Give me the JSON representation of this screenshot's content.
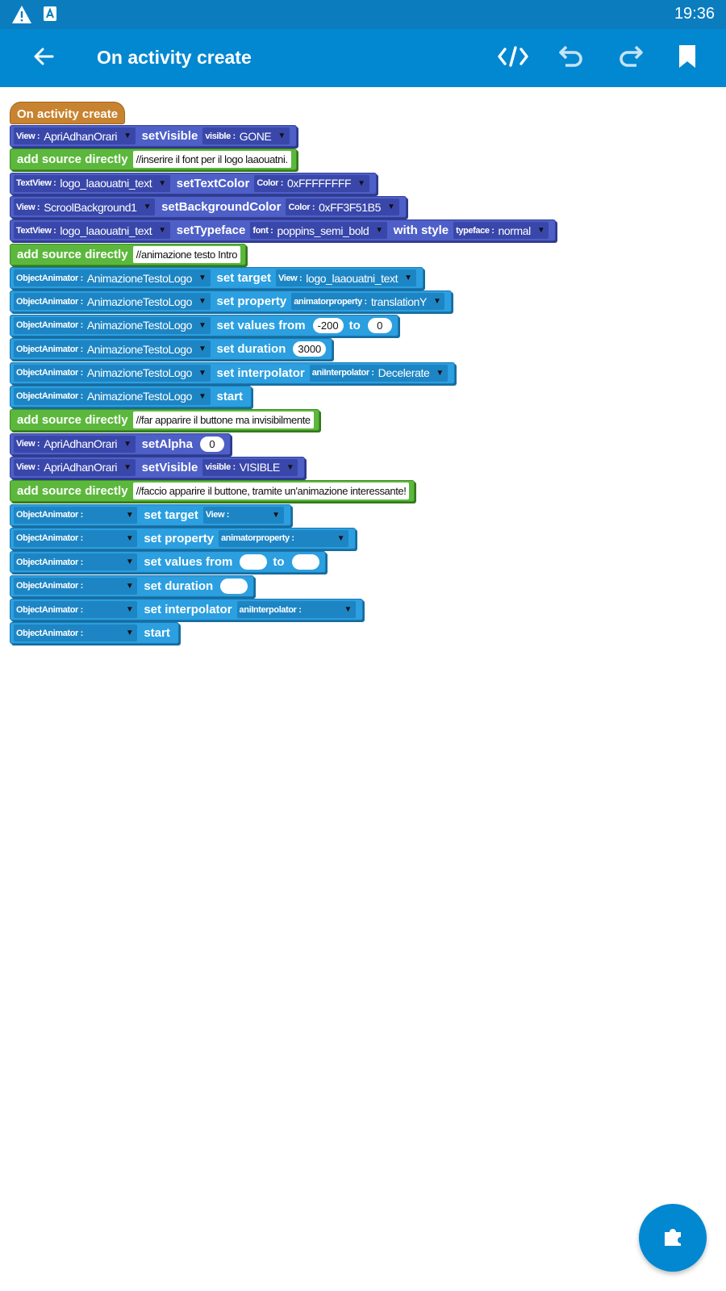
{
  "status_bar": {
    "time": "19:36"
  },
  "app_bar": {
    "title": "On activity create"
  },
  "canvas": {
    "event_block": "On activity create",
    "blocks": [
      {
        "color": "purple",
        "parts": [
          {
            "type": "field",
            "label": "View :",
            "value": "ApriAdhanOrari"
          },
          {
            "type": "kw",
            "text": "setVisible"
          },
          {
            "type": "field",
            "label": "visible :",
            "value": "GONE"
          }
        ]
      },
      {
        "color": "green",
        "parts": [
          {
            "type": "kw",
            "text": "add source directly"
          },
          {
            "type": "text",
            "value": "//inserire il font per il logo laaouatni."
          }
        ]
      },
      {
        "color": "purple",
        "parts": [
          {
            "type": "field",
            "label": "TextView :",
            "value": "logo_laaouatni_text"
          },
          {
            "type": "kw",
            "text": "setTextColor"
          },
          {
            "type": "field",
            "label": "Color :",
            "value": "0xFFFFFFFF"
          }
        ]
      },
      {
        "color": "purple",
        "parts": [
          {
            "type": "field",
            "label": "View :",
            "value": "ScroolBackground1"
          },
          {
            "type": "kw",
            "text": "setBackgroundColor"
          },
          {
            "type": "field",
            "label": "Color :",
            "value": "0xFF3F51B5"
          }
        ]
      },
      {
        "color": "purple",
        "parts": [
          {
            "type": "field",
            "label": "TextView :",
            "value": "logo_laaouatni_text"
          },
          {
            "type": "kw",
            "text": "setTypeface"
          },
          {
            "type": "field",
            "label": "font :",
            "value": "poppins_semi_bold"
          },
          {
            "type": "kw",
            "text": "with style"
          },
          {
            "type": "field",
            "label": "typeface :",
            "value": "normal"
          }
        ]
      },
      {
        "color": "green",
        "parts": [
          {
            "type": "kw",
            "text": "add source directly"
          },
          {
            "type": "text",
            "value": "//animazione testo Intro"
          }
        ]
      },
      {
        "color": "cyan",
        "parts": [
          {
            "type": "field",
            "label": "ObjectAnimator :",
            "value": "AnimazioneTestoLogo"
          },
          {
            "type": "kw",
            "text": "set target"
          },
          {
            "type": "field",
            "label": "View :",
            "value": "logo_laaouatni_text"
          }
        ]
      },
      {
        "color": "cyan",
        "parts": [
          {
            "type": "field",
            "label": "ObjectAnimator :",
            "value": "AnimazioneTestoLogo"
          },
          {
            "type": "kw",
            "text": "set property"
          },
          {
            "type": "field",
            "label": "animatorproperty :",
            "value": "translationY"
          }
        ]
      },
      {
        "color": "cyan",
        "parts": [
          {
            "type": "field",
            "label": "ObjectAnimator :",
            "value": "AnimazioneTestoLogo"
          },
          {
            "type": "kw",
            "text": "set values from"
          },
          {
            "type": "num",
            "value": "-200"
          },
          {
            "type": "kw",
            "text": "to"
          },
          {
            "type": "num",
            "value": "0"
          }
        ]
      },
      {
        "color": "cyan",
        "parts": [
          {
            "type": "field",
            "label": "ObjectAnimator :",
            "value": "AnimazioneTestoLogo"
          },
          {
            "type": "kw",
            "text": "set duration"
          },
          {
            "type": "num",
            "value": "3000"
          }
        ]
      },
      {
        "color": "cyan",
        "parts": [
          {
            "type": "field",
            "label": "ObjectAnimator :",
            "value": "AnimazioneTestoLogo"
          },
          {
            "type": "kw",
            "text": "set interpolator"
          },
          {
            "type": "field",
            "label": "aniInterpolator :",
            "value": "Decelerate"
          }
        ]
      },
      {
        "color": "cyan",
        "parts": [
          {
            "type": "field",
            "label": "ObjectAnimator :",
            "value": "AnimazioneTestoLogo"
          },
          {
            "type": "kw",
            "text": "start"
          }
        ]
      },
      {
        "color": "green",
        "parts": [
          {
            "type": "kw",
            "text": "add source directly"
          },
          {
            "type": "text",
            "value": "//far apparire il buttone ma invisibilmente"
          }
        ]
      },
      {
        "color": "purple",
        "parts": [
          {
            "type": "field",
            "label": "View :",
            "value": "ApriAdhanOrari"
          },
          {
            "type": "kw",
            "text": "setAlpha"
          },
          {
            "type": "num",
            "value": "0"
          }
        ]
      },
      {
        "color": "purple",
        "parts": [
          {
            "type": "field",
            "label": "View :",
            "value": "ApriAdhanOrari"
          },
          {
            "type": "kw",
            "text": "setVisible"
          },
          {
            "type": "field",
            "label": "visible :",
            "value": "VISIBLE"
          }
        ]
      },
      {
        "color": "green",
        "parts": [
          {
            "type": "kw",
            "text": "add source directly"
          },
          {
            "type": "text",
            "value": "//faccio apparire il buttone, tramite un'animazione interessante!"
          }
        ]
      },
      {
        "color": "cyan",
        "parts": [
          {
            "type": "field",
            "label": "ObjectAnimator :",
            "value": ""
          },
          {
            "type": "kw",
            "text": "set target"
          },
          {
            "type": "field",
            "label": "View :",
            "value": ""
          }
        ]
      },
      {
        "color": "cyan",
        "parts": [
          {
            "type": "field",
            "label": "ObjectAnimator :",
            "value": ""
          },
          {
            "type": "kw",
            "text": "set property"
          },
          {
            "type": "field",
            "label": "animatorproperty :",
            "value": ""
          }
        ]
      },
      {
        "color": "cyan",
        "parts": [
          {
            "type": "field",
            "label": "ObjectAnimator :",
            "value": ""
          },
          {
            "type": "kw",
            "text": "set values from"
          },
          {
            "type": "num",
            "value": ""
          },
          {
            "type": "kw",
            "text": "to"
          },
          {
            "type": "num",
            "value": ""
          }
        ]
      },
      {
        "color": "cyan",
        "parts": [
          {
            "type": "field",
            "label": "ObjectAnimator :",
            "value": ""
          },
          {
            "type": "kw",
            "text": "set duration"
          },
          {
            "type": "num",
            "value": ""
          }
        ]
      },
      {
        "color": "cyan",
        "parts": [
          {
            "type": "field",
            "label": "ObjectAnimator :",
            "value": ""
          },
          {
            "type": "kw",
            "text": "set interpolator"
          },
          {
            "type": "field",
            "label": "aniInterpolator :",
            "value": ""
          }
        ]
      },
      {
        "color": "cyan",
        "parts": [
          {
            "type": "field",
            "label": "ObjectAnimator :",
            "value": ""
          },
          {
            "type": "kw",
            "text": "start"
          }
        ]
      }
    ]
  },
  "icons": {
    "status": [
      "warning-icon",
      "app-notification-icon"
    ],
    "toolbar": [
      "back-arrow-icon",
      "source-code-icon",
      "undo-icon",
      "redo-icon",
      "bookmark-icon"
    ],
    "fab": "puzzle-piece-icon"
  },
  "colors": {
    "app_bar": "#0288d1",
    "status_bar": "#0b7dbf",
    "event_block": "#c88330",
    "view_block": "#4e5fc7",
    "source_block": "#5cb83c",
    "animator_block": "#2b9fe0"
  }
}
